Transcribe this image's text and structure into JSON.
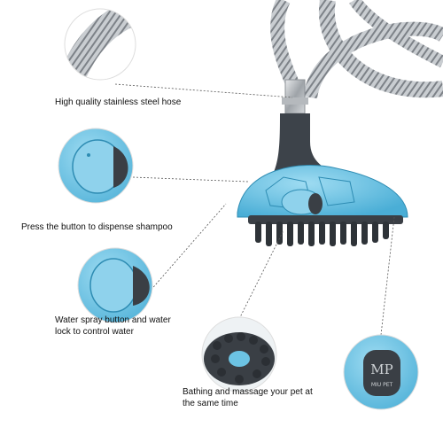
{
  "captions": {
    "hose": "High quality stainless steel hose",
    "button": "Press the button to dispense shampoo",
    "spray": "Water spray button and water lock to control water",
    "bath": "Bathing and massage your pet at the same time"
  },
  "brand": {
    "logo_text": "MP",
    "logo_sub": "MIU PET"
  },
  "colors": {
    "accent": "#6cc3e3",
    "dark": "#3a3f45",
    "hose": "#b8bcc0"
  }
}
